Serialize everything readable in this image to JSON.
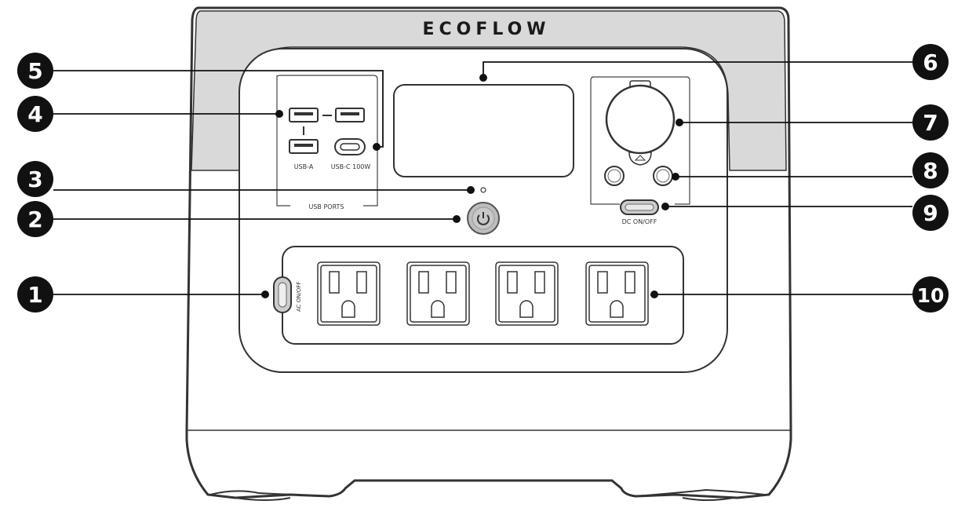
{
  "brand": "ECOFLOW",
  "port_labels": {
    "usb_a": "USB-A",
    "usb_c": "USB-C  100W",
    "usb_ports": "USB PORTS",
    "dc_onoff": "DC ON/OFF",
    "ac_onoff": "AC ON/OFF"
  },
  "callouts": [
    "1",
    "2",
    "3",
    "4",
    "5",
    "6",
    "7",
    "8",
    "9",
    "10"
  ],
  "colors": {
    "outline": "#333333",
    "panel_fill": "#ffffff",
    "shoulder_fill": "#d9d9d9",
    "callout_fill": "#111111",
    "button_fill": "#bdbdbd"
  }
}
